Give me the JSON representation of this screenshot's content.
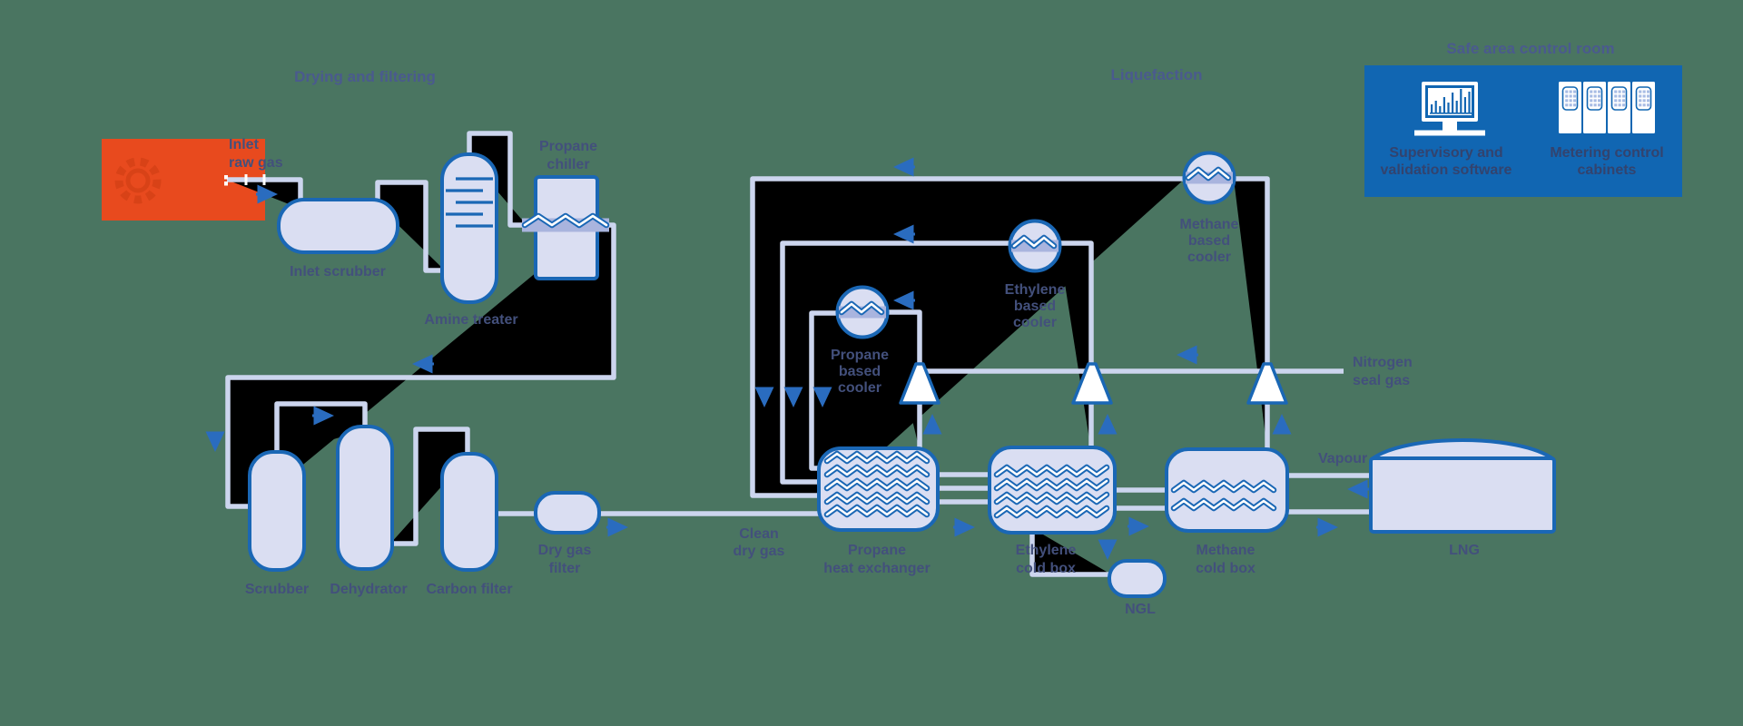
{
  "colors": {
    "background": "#4a7561",
    "outline_blue": "#1a67b5",
    "pipe_fill": "#ccd5ee",
    "vessel_fill": "#dadef2",
    "ethylene_box_fill": "#aab7e2",
    "methane_box_fill": "#8d9fd6",
    "cooler_band": "#a9b4de",
    "inlet_orange": "#e84a1e",
    "control_room_blue": "#1166b2",
    "label_text": "#43507c",
    "title_text": "#4a5a8e",
    "arrow_blue": "#2a6cbf"
  },
  "titles": {
    "drying": "Drying and filtering",
    "liquefaction": "Liquefaction"
  },
  "streams": {
    "inlet_raw_gas": {
      "lines": [
        "Inlet",
        "raw gas"
      ]
    },
    "clean_dry_gas": {
      "lines": [
        "Clean",
        "dry gas"
      ]
    },
    "nitrogen_seal_gas": {
      "lines": [
        "Nitrogen",
        "seal gas"
      ]
    },
    "vapour": {
      "label": "Vapour"
    }
  },
  "equipment": {
    "inlet_scrubber": {
      "label": "Inlet scrubber"
    },
    "amine_treater": {
      "label": "Amine treater"
    },
    "propane_chiller": {
      "lines": [
        "Propane",
        "chiller"
      ]
    },
    "scrubber": {
      "label": "Scrubber"
    },
    "dehydrator": {
      "label": "Dehydrator"
    },
    "carbon_filter": {
      "label": "Carbon filter"
    },
    "dry_gas_filter": {
      "lines": [
        "Dry gas",
        "filter"
      ]
    },
    "propane_cooler": {
      "lines": [
        "Propane",
        "based",
        "cooler"
      ]
    },
    "ethylene_cooler": {
      "lines": [
        "Ethylene",
        "based",
        "cooler"
      ]
    },
    "methane_cooler": {
      "lines": [
        "Methane",
        "based",
        "cooler"
      ]
    },
    "propane_heat_exchanger": {
      "lines": [
        "Propane",
        "heat exchanger"
      ]
    },
    "ethylene_cold_box": {
      "lines": [
        "Ethylene",
        "cold box"
      ]
    },
    "methane_cold_box": {
      "lines": [
        "Methane",
        "cold box"
      ]
    },
    "ngl_vessel": {
      "label": "NGL"
    },
    "lng_tank": {
      "label": "LNG"
    }
  },
  "control_room": {
    "title": "Safe area control room",
    "supervisory": {
      "icon": "monitor-bar-chart-icon",
      "lines": [
        "Supervisory and",
        "validation software"
      ]
    },
    "metering": {
      "icon": "server-cabinets-icon",
      "lines": [
        "Metering control",
        "cabinets"
      ]
    }
  }
}
